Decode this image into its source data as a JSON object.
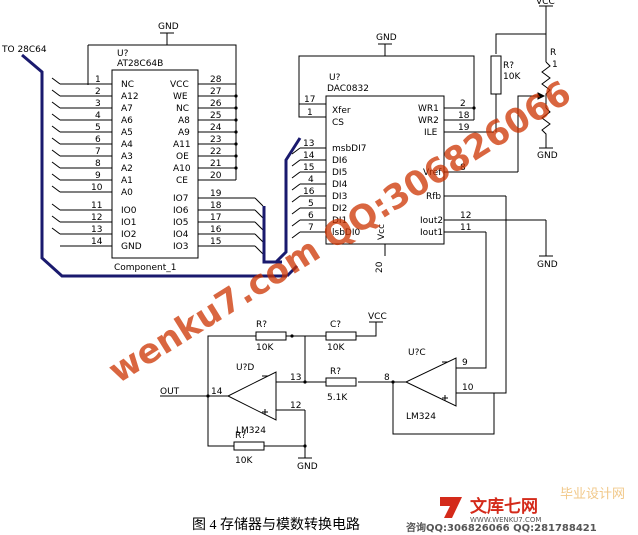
{
  "labels": {
    "to_28c64": "TO 28C64",
    "gnd": "GND",
    "vcc": "VCC",
    "u7": "U?",
    "ic1_name": "AT28C64B",
    "ic1_component": "Component_1",
    "ic2_name": "DAC0832",
    "r_top_ref": "R?",
    "r_top_val": "10K",
    "r_right": "R",
    "r_right_pin": "1",
    "dac_vcc_pin": "Vcc",
    "dac_pin20": "20",
    "out": "OUT",
    "u7d": "U?D",
    "u7c": "U?C",
    "lm324_a": "LM324",
    "lm324_b": "LM324",
    "r1_ref": "R?",
    "r1_val": "10K",
    "r2_ref": "C?",
    "r2_val": "10K",
    "r3_ref": "R?",
    "r3_val": "5.1K",
    "r4_ref": "R?",
    "r4_val": "10K",
    "node14": "14",
    "node13": "13",
    "node12": "12",
    "node8": "8",
    "node9": "9",
    "node10": "10",
    "node12b": "12",
    "node11": "11",
    "node8b": "8",
    "caption": "图 4  存储器与模数转换电路"
  },
  "ic1": {
    "left_pins": [
      {
        "num": "1",
        "name": "NC"
      },
      {
        "num": "2",
        "name": "A12"
      },
      {
        "num": "3",
        "name": "A7"
      },
      {
        "num": "4",
        "name": "A6"
      },
      {
        "num": "5",
        "name": "A5"
      },
      {
        "num": "6",
        "name": "A4"
      },
      {
        "num": "7",
        "name": "A3"
      },
      {
        "num": "8",
        "name": "A2"
      },
      {
        "num": "9",
        "name": "A1"
      },
      {
        "num": "10",
        "name": "A0"
      },
      {
        "num": "11",
        "name": "IO0"
      },
      {
        "num": "12",
        "name": "IO1"
      },
      {
        "num": "13",
        "name": "IO2"
      },
      {
        "num": "14",
        "name": "GND"
      }
    ],
    "right_pins": [
      {
        "num": "28",
        "name": "VCC"
      },
      {
        "num": "27",
        "name": "WE"
      },
      {
        "num": "26",
        "name": "NC"
      },
      {
        "num": "25",
        "name": "A8"
      },
      {
        "num": "24",
        "name": "A9"
      },
      {
        "num": "23",
        "name": "A11"
      },
      {
        "num": "22",
        "name": "OE"
      },
      {
        "num": "21",
        "name": "A10"
      },
      {
        "num": "20",
        "name": "CE"
      },
      {
        "num": "19",
        "name": "IO7"
      },
      {
        "num": "18",
        "name": "IO6"
      },
      {
        "num": "17",
        "name": "IO5"
      },
      {
        "num": "16",
        "name": "IO4"
      },
      {
        "num": "15",
        "name": "IO3"
      }
    ]
  },
  "ic2": {
    "left_pins": [
      {
        "num": "17",
        "name": "Xfer"
      },
      {
        "num": "1",
        "name": "CS"
      },
      {
        "num": "13",
        "name": "msbDI7"
      },
      {
        "num": "14",
        "name": "DI6"
      },
      {
        "num": "15",
        "name": "DI5"
      },
      {
        "num": "4",
        "name": "DI4"
      },
      {
        "num": "16",
        "name": "DI3"
      },
      {
        "num": "5",
        "name": "DI2"
      },
      {
        "num": "6",
        "name": "DI1"
      },
      {
        "num": "7",
        "name": "lsbDI0"
      }
    ],
    "right_pins": [
      {
        "num": "2",
        "name": "WR1"
      },
      {
        "num": "18",
        "name": "WR2"
      },
      {
        "num": "19",
        "name": "ILE"
      },
      {
        "num": "8",
        "name": "Vref"
      },
      {
        "num": "",
        "name": "Rfb"
      },
      {
        "num": "12",
        "name": "Iout2"
      },
      {
        "num": "11",
        "name": "Iout1"
      }
    ]
  },
  "watermarks": {
    "diagonal": "wenku7.com  QQ:306826066",
    "brand_cn": "文库七网",
    "brand_url": "WWW.WENKU7.COM",
    "contact": "咨询QQ:306826066 QQ:281788421",
    "brand_cn2": "毕业设计网"
  },
  "colors": {
    "wire": "#000000",
    "bus": "#1a1a6e",
    "watermark": "#cc3300",
    "brand_red": "#d42a1a"
  }
}
